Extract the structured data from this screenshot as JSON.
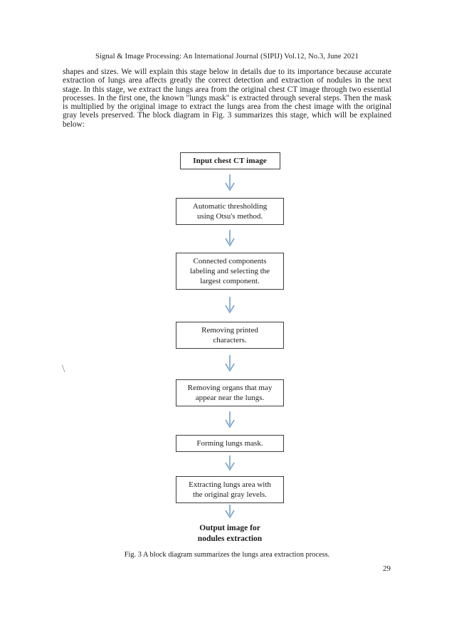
{
  "page": {
    "header": "Signal & Image Processing: An International Journal (SIPIJ) Vol.12, No.3, June 2021",
    "paragraph": "shapes and sizes. We will explain this stage below in details due to its importance because accurate extraction of lungs area affects greatly the correct detection and extraction of nodules in the next stage. In this stage, we extract the lungs area from the original chest CT image through two essential processes. In the first one, the known \"lungs mask\" is extracted through several steps. Then the mask is multiplied by the original image to extract the lungs area from the chest image with the original gray levels preserved. The block diagram in Fig. 3 summarizes this stage, which will be explained below:",
    "stray_mark": "\\",
    "caption": "Fig. 3 A block diagram summarizes the lungs area extraction process.",
    "page_number": "29"
  },
  "flowchart": {
    "arrow_color": "#6f9fd8",
    "nodes": [
      {
        "label": "Input chest CT image"
      },
      {
        "label": "Automatic thresholding\nusing Otsu's method."
      },
      {
        "label": "Connected components\nlabeling and selecting the\nlargest component."
      },
      {
        "label": "Removing printed\ncharacters."
      },
      {
        "label": "Removing organs that may\nappear near the lungs."
      },
      {
        "label": "Forming lungs mask."
      },
      {
        "label": "Extracting lungs area with\nthe original gray levels."
      },
      {
        "label": "Output image for\nnodules extraction"
      }
    ]
  }
}
